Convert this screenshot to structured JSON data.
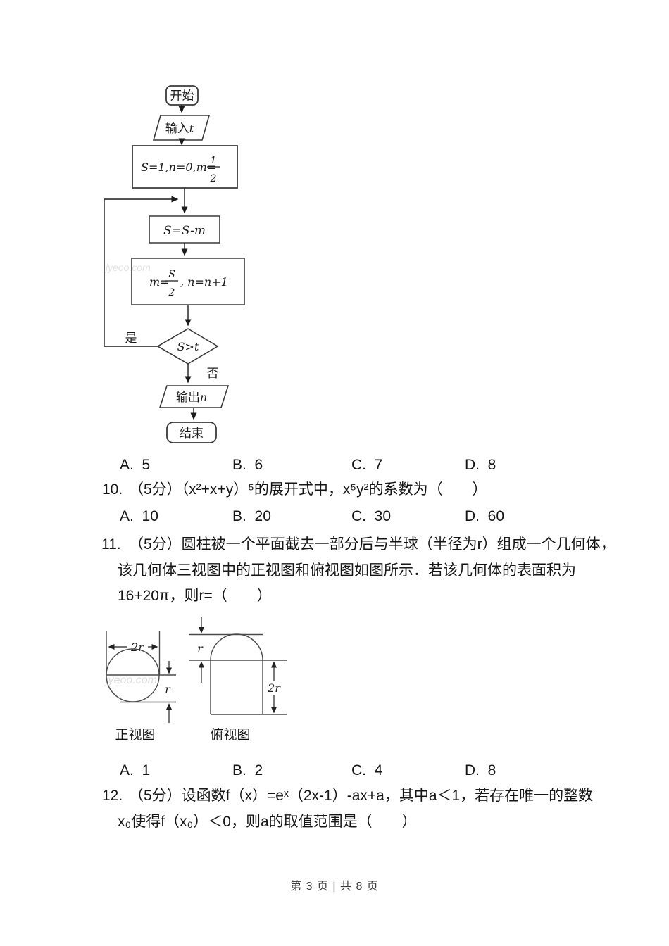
{
  "colors": {
    "ink": "#161616",
    "line": "#3a3a3a",
    "footer_text": "#3d3d3d"
  },
  "flowchart": {
    "start": "开始",
    "input": {
      "prefix": "输入",
      "var": "t"
    },
    "init": {
      "prefix": "S=1,n=0,m=",
      "num": "1",
      "den": "2"
    },
    "subtract": "S=S-m",
    "update": {
      "prefix": "m=",
      "num": "S",
      "den": "2",
      "suffix": ", n=n+1"
    },
    "cond": "S>t",
    "yes_label": "是",
    "no_label": "否",
    "output": {
      "prefix": "输出",
      "var": "n"
    },
    "end": "结束"
  },
  "questions": {
    "q9_options": [
      "A.  5",
      "B.  6",
      "C.  7",
      "D.  8"
    ],
    "q10_number": "10.",
    "q10_text": "（5分）（x²+x+y）⁵的展开式中，x⁵y²的系数为（　　）",
    "q10_options": [
      "A.  10",
      "B.  20",
      "C.  30",
      "D.  60"
    ],
    "q11_number": "11.",
    "q11_line1": "（5分）圆柱被一个平面截去一部分后与半球（半径为r）组成一个几何体，",
    "q11_line2": "该几何体三视图中的正视图和俯视图如图所示．若该几何体的表面积为",
    "q11_line3": "16+20π，则r=（　　）",
    "q11_options": [
      "A.  1",
      "B.  2",
      "C.  4",
      "D.  8"
    ],
    "q12_number": "12.",
    "q12_line1": "（5分）设函数f（x）=eˣ（2x-1）-ax+a，其中a＜1，若存在唯一的整数",
    "q12_line2": "x₀使得f（x₀）＜0，则a的取值范围是（　　）"
  },
  "views": {
    "front": {
      "width_label": "2r",
      "radius_label": "r",
      "caption": "正视图"
    },
    "top": {
      "radius_label": "r",
      "height_label": "2r",
      "caption": "俯视图"
    }
  },
  "watermark": "jyeoo.com",
  "footer": {
    "text": "第 3 页 | 共 8 页"
  }
}
